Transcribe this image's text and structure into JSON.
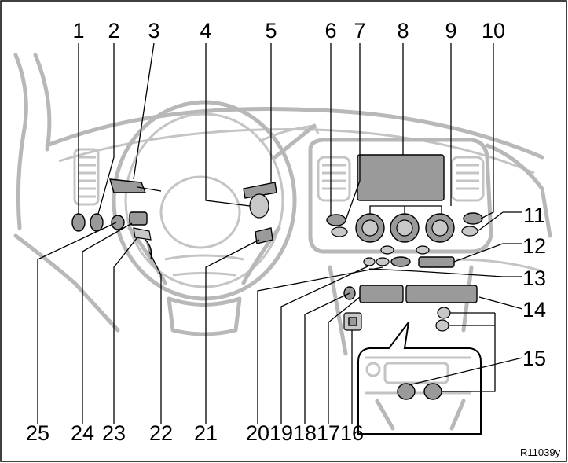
{
  "figure": {
    "callouts": [
      "1",
      "2",
      "3",
      "4",
      "5",
      "6",
      "7",
      "8",
      "9",
      "10",
      "11",
      "12",
      "13",
      "14",
      "15",
      "16",
      "17",
      "18",
      "19",
      "20",
      "21",
      "22",
      "23",
      "24",
      "25"
    ],
    "code": "R11039y"
  }
}
